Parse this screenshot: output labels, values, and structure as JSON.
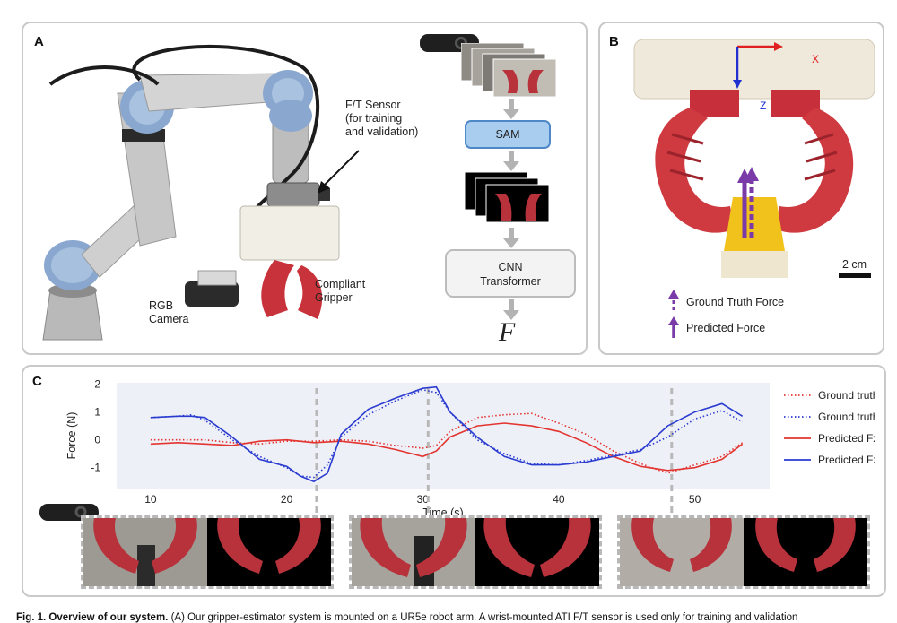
{
  "panels": {
    "a": {
      "label": "A",
      "ft_sensor": "F/T Sensor",
      "ft_sensor_note_1": "(for training",
      "ft_sensor_note_2": "and validation)",
      "camera_1": "RGB",
      "camera_2": "Camera",
      "gripper_1": "Compliant",
      "gripper_2": "Gripper",
      "pipeline": {
        "sam": "SAM",
        "cnn_1": "CNN",
        "cnn_2": "Transformer",
        "output": "F"
      }
    },
    "b": {
      "label": "B",
      "axis_x": "X",
      "axis_z": "Z",
      "scale": "2 cm",
      "legend_ground": "Ground Truth Force",
      "legend_pred": "Predicted Force"
    },
    "c": {
      "label": "C"
    }
  },
  "chart_data": {
    "type": "line",
    "xlabel": "Time (s)",
    "ylabel": "Force (N)",
    "xlim": [
      7.5,
      55.5
    ],
    "ylim": [
      -1.75,
      2.05
    ],
    "x_ticks": [
      10,
      20,
      30,
      40,
      50
    ],
    "y_ticks": [
      2,
      1,
      0,
      -1
    ],
    "grid": false,
    "legend_position": "right",
    "marker_times": [
      22.2,
      30.4,
      48.3
    ],
    "series": [
      {
        "name": "Ground truth Fx",
        "color": "#e3342f",
        "dash": "dotted",
        "x": [
          10,
          12,
          14,
          16,
          18,
          20,
          22,
          24,
          26,
          28,
          30,
          31,
          32,
          34,
          36,
          38,
          40,
          42,
          44,
          46,
          48,
          50,
          52,
          53.5
        ],
        "y": [
          0.0,
          0.0,
          0.0,
          -0.1,
          -0.15,
          -0.05,
          -0.05,
          0.0,
          -0.05,
          -0.2,
          -0.3,
          -0.2,
          0.3,
          0.8,
          0.9,
          0.95,
          0.6,
          0.2,
          -0.4,
          -0.85,
          -1.2,
          -0.9,
          -0.6,
          -0.1
        ]
      },
      {
        "name": "Ground truth Fz",
        "color": "#2a3bd1",
        "dash": "dotted",
        "x": [
          10,
          12,
          13,
          14,
          16,
          18,
          20,
          21,
          22,
          23,
          24,
          26,
          28,
          30,
          31,
          32,
          34,
          36,
          38,
          40,
          42,
          44,
          46,
          48,
          50,
          52,
          53.5
        ],
        "y": [
          0.8,
          0.85,
          0.9,
          0.7,
          0.0,
          -0.6,
          -1.0,
          -1.3,
          -1.35,
          -0.9,
          0.1,
          0.9,
          1.4,
          1.8,
          1.7,
          1.0,
          0.0,
          -0.5,
          -0.85,
          -0.9,
          -0.75,
          -0.55,
          -0.35,
          0.1,
          0.75,
          1.05,
          0.65
        ]
      },
      {
        "name": "Predicted Fx",
        "color": "#e3342f",
        "dash": "solid",
        "x": [
          10,
          12,
          14,
          16,
          18,
          20,
          22,
          24,
          26,
          28,
          30,
          31,
          32,
          34,
          36,
          38,
          40,
          42,
          44,
          46,
          48,
          50,
          52,
          53.5
        ],
        "y": [
          -0.15,
          -0.1,
          -0.15,
          -0.2,
          -0.05,
          0.0,
          -0.1,
          -0.05,
          -0.15,
          -0.35,
          -0.6,
          -0.4,
          0.1,
          0.5,
          0.6,
          0.5,
          0.3,
          -0.1,
          -0.6,
          -0.95,
          -1.1,
          -1.0,
          -0.7,
          -0.15
        ]
      },
      {
        "name": "Predicted Fz",
        "color": "#2a3bd1",
        "dash": "solid",
        "x": [
          10,
          12,
          13,
          14,
          16,
          18,
          20,
          21,
          22,
          23,
          24,
          26,
          28,
          30,
          31,
          32,
          34,
          36,
          38,
          40,
          42,
          44,
          46,
          48,
          50,
          52,
          53.5
        ],
        "y": [
          0.8,
          0.85,
          0.85,
          0.8,
          0.1,
          -0.7,
          -0.95,
          -1.3,
          -1.5,
          -1.2,
          0.2,
          1.1,
          1.5,
          1.85,
          1.9,
          1.0,
          0.1,
          -0.6,
          -0.9,
          -0.9,
          -0.8,
          -0.6,
          -0.4,
          0.5,
          1.0,
          1.3,
          0.85
        ]
      }
    ]
  },
  "caption": {
    "bold": "Fig. 1. Overview of our system.",
    "text": " (A) Our gripper-estimator system is mounted on a UR5e robot arm. A wrist-mounted ATI F/T sensor is used only for training and validation"
  }
}
